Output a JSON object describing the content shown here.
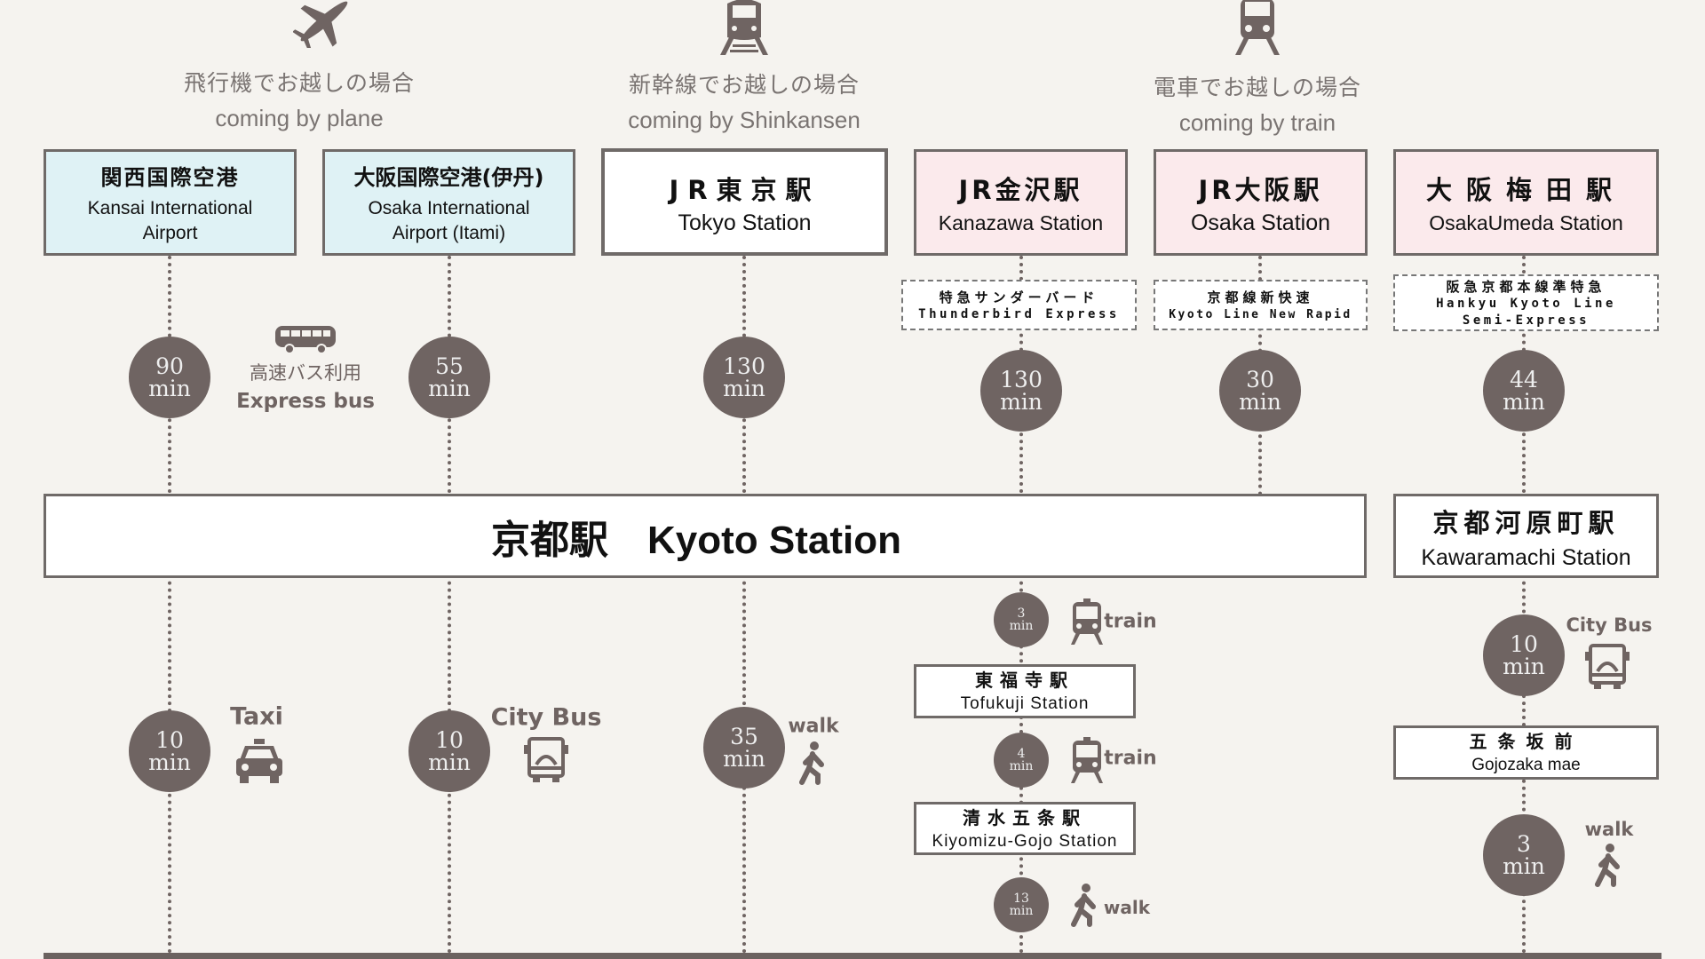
{
  "groups": [
    {
      "jp": "飛行機でお越しの場合",
      "en": "coming by plane",
      "icon": "airplane-icon"
    },
    {
      "jp": "新幹線でお越しの場合",
      "en": "coming by Shinkansen",
      "icon": "shinkansen-icon"
    },
    {
      "jp": "電車でお越しの場合",
      "en": "coming by train",
      "icon": "train-icon"
    }
  ],
  "origins": [
    {
      "jp": "関西国際空港",
      "en1": "Kansai International",
      "en2": "Airport"
    },
    {
      "jp": "大阪国際空港(伊丹)",
      "en1": "Osaka International",
      "en2": "Airport (Itami)"
    },
    {
      "jp": "JR東京駅",
      "en": "Tokyo Station"
    },
    {
      "jp": "JR金沢駅",
      "en": "Kanazawa Station"
    },
    {
      "jp": "JR大阪駅",
      "en": "Osaka Station"
    },
    {
      "jp": "大阪梅田駅",
      "en": "OsakaUmeda Station"
    }
  ],
  "lines": [
    {
      "jp": "特急サンダーバード",
      "en": "Thunderbird Express"
    },
    {
      "jp": "京都線新快速",
      "en": "Kyoto Line New Rapid"
    },
    {
      "jp": "阪急京都本線準特急",
      "en1": "Hankyu Kyoto Line",
      "en2": "Semi-Express"
    }
  ],
  "express_bus": {
    "jp": "高速バス利用",
    "en": "Express bus"
  },
  "times": {
    "kansai": "90",
    "itami": "55",
    "tokyo": "130",
    "kanazawa": "130",
    "osaka": "30",
    "umeda": "44",
    "taxi": "10",
    "citybus": "10",
    "walk_kyoto": "35",
    "train1": "3",
    "train2": "4",
    "walk_kiyomizu": "13",
    "citybus_kawaramachi": "10",
    "walk_gojozaka": "3",
    "unit": "min"
  },
  "hubs": {
    "kyoto": "京都駅　Kyoto Station",
    "kawaramachi_jp": "京都河原町駅",
    "kawaramachi_en": "Kawaramachi Station"
  },
  "stops": [
    {
      "jp": "東福寺駅",
      "en": "Tofukuji Station"
    },
    {
      "jp": "清水五条駅",
      "en": "Kiyomizu-Gojo Station"
    },
    {
      "jp": "五条坂前",
      "en": "Gojozaka mae"
    }
  ],
  "modes": {
    "taxi": "Taxi",
    "citybus": "City Bus",
    "walk": "walk",
    "train": "train"
  },
  "colors": {
    "circle": "#6f6462",
    "airport_fill": "#dff2f5",
    "station_fill": "#fbeaec",
    "background": "#f5f3ef"
  }
}
